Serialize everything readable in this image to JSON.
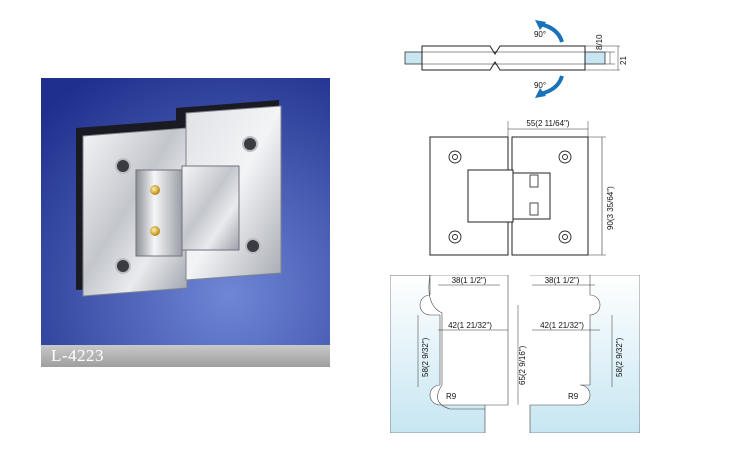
{
  "product": {
    "model_label": "L-4223"
  },
  "side_view": {
    "angle_top": "90°",
    "angle_bottom": "90°",
    "thickness": "8/10",
    "height": "21"
  },
  "front_view": {
    "width": "55(2 11/64\")",
    "height": "90(3 35/64\")"
  },
  "glass_cutouts": {
    "left": {
      "top_width": "38(1 1/2\")",
      "mid_width": "42(1 21/32\")",
      "height": "58(2 9/32\")",
      "radius": "R9"
    },
    "center_height": "65(2 9/16\")",
    "right": {
      "top_width": "38(1 1/2\")",
      "mid_width": "42(1 21/32\")",
      "height": "58(2 9/32\")",
      "radius": "R9"
    }
  },
  "colors": {
    "photo_bg": "#2f43a0",
    "steel": "#c9ccd2",
    "glass": "#c7e6f2",
    "dim_arrow": "#1a72b9"
  }
}
